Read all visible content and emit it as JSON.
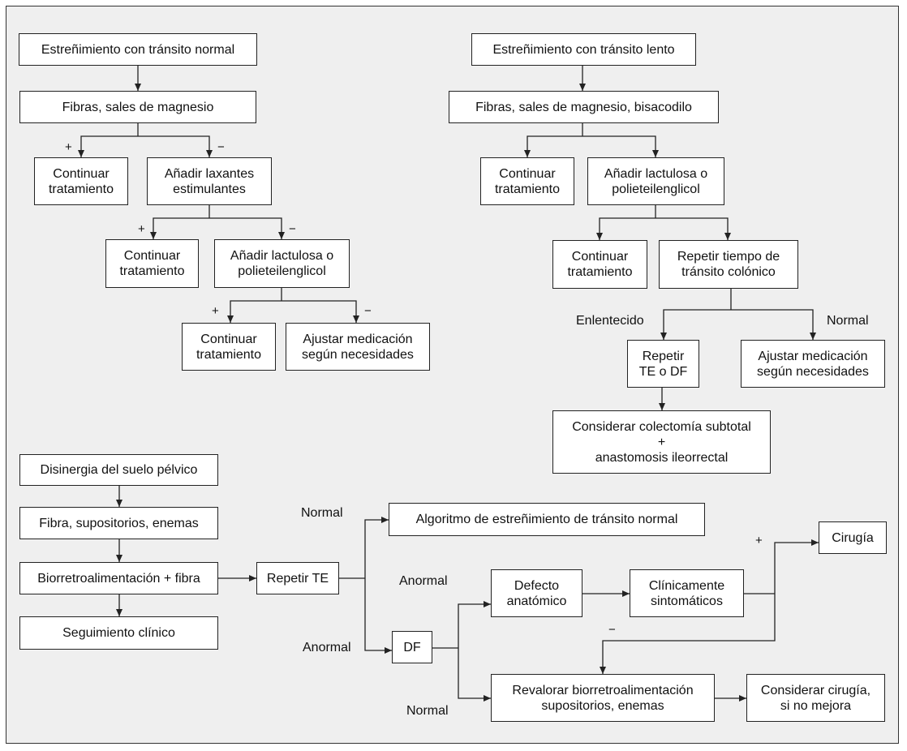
{
  "boxes": {
    "normal_title": "Estreñimiento con tránsito normal",
    "normal_step1": "Fibras, sales de magnesio",
    "normal_continue1": "Continuar\ntratamiento",
    "normal_add_laxatives": "Añadir laxantes\nestimulantes",
    "normal_continue2": "Continuar\ntratamiento",
    "normal_add_lactulose": "Añadir lactulosa o\npolieteilenglicol",
    "normal_continue3": "Continuar\ntratamiento",
    "normal_adjust": "Ajustar medicación\nsegún necesidades",
    "slow_title": "Estreñimiento con tránsito lento",
    "slow_step1": "Fibras, sales de magnesio, bisacodilo",
    "slow_continue1": "Continuar\ntratamiento",
    "slow_add_lactulose": "Añadir lactulosa o\npolieteilenglicol",
    "slow_continue2": "Continuar\ntratamiento",
    "slow_repeat_transit": "Repetir tiempo de\ntránsito colónico",
    "slow_repeat_te_df": "Repetir\nTE o DF",
    "slow_adjust": "Ajustar medicación\nsegún necesidades",
    "slow_colectomy": "Considerar colectomía subtotal\n+\nanastomosis ileorrectal",
    "dys_title": "Disinergia del suelo pélvico",
    "dys_fiber": "Fibra, supositorios, enemas",
    "dys_biofeedback": "Biorretroalimentación  + fibra",
    "dys_followup": "Seguimiento clínico",
    "dys_repeat_te": "Repetir TE",
    "dys_algorithm": "Algoritmo de estreñimiento de tránsito normal",
    "dys_df": "DF",
    "dys_defect": "Defecto\nanatómico",
    "dys_symptomatic": "Clínicamente\nsintomáticos",
    "dys_surgery": "Cirugía",
    "dys_reassess": "Revalorar biorretroalimentación\nsupositorios, enemas",
    "dys_consider_surgery": "Considerar cirugía,\nsi no mejora"
  },
  "labels": {
    "plus": "+",
    "minus": "−",
    "enlentecido": "Enlentecido",
    "normal": "Normal",
    "anormal": "Anormal"
  }
}
